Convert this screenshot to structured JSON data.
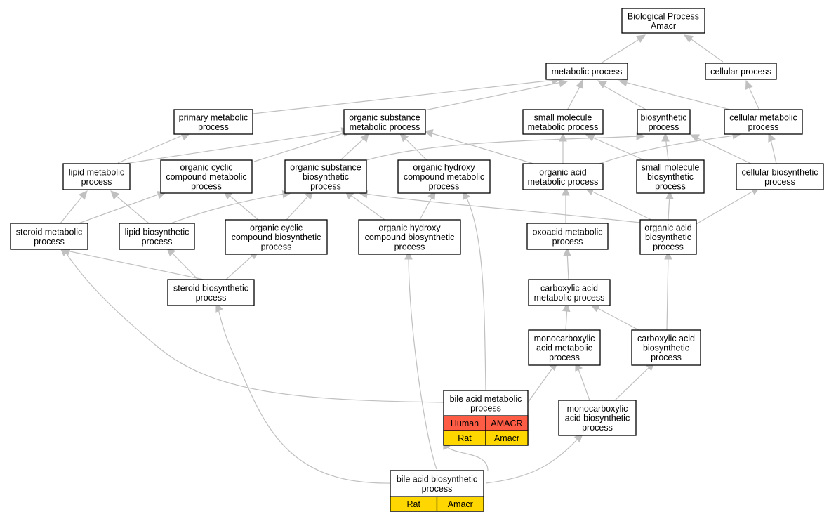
{
  "nodes": {
    "bio_process": {
      "lines": [
        "Biological Process",
        "Amacr"
      ]
    },
    "metabolic": {
      "lines": [
        "metabolic process"
      ]
    },
    "cellular": {
      "lines": [
        "cellular process"
      ]
    },
    "primary_metabolic": {
      "lines": [
        "primary metabolic",
        "process"
      ]
    },
    "org_sub_metabolic": {
      "lines": [
        "organic substance",
        "metabolic process"
      ]
    },
    "small_mol_metabolic": {
      "lines": [
        "small molecule",
        "metabolic process"
      ]
    },
    "biosynthetic": {
      "lines": [
        "biosynthetic",
        "process"
      ]
    },
    "cellular_metabolic": {
      "lines": [
        "cellular metabolic",
        "process"
      ]
    },
    "lipid_metabolic": {
      "lines": [
        "lipid metabolic",
        "process"
      ]
    },
    "org_cyclic_metabolic": {
      "lines": [
        "organic cyclic",
        "compound metabolic",
        "process"
      ]
    },
    "org_sub_biosynthetic": {
      "lines": [
        "organic substance",
        "biosynthetic",
        "process"
      ]
    },
    "org_hydroxy_metabolic": {
      "lines": [
        "organic hydroxy",
        "compound metabolic",
        "process"
      ]
    },
    "org_acid_metabolic": {
      "lines": [
        "organic acid",
        "metabolic process"
      ]
    },
    "small_mol_biosynthetic": {
      "lines": [
        "small molecule",
        "biosynthetic",
        "process"
      ]
    },
    "cellular_biosynthetic": {
      "lines": [
        "cellular biosynthetic",
        "process"
      ]
    },
    "steroid_metabolic": {
      "lines": [
        "steroid metabolic",
        "process"
      ]
    },
    "lipid_biosynthetic": {
      "lines": [
        "lipid biosynthetic",
        "process"
      ]
    },
    "org_cyclic_biosynthetic": {
      "lines": [
        "organic cyclic",
        "compound biosynthetic",
        "process"
      ]
    },
    "org_hydroxy_biosynthetic": {
      "lines": [
        "organic hydroxy",
        "compound biosynthetic",
        "process"
      ]
    },
    "oxoacid_metabolic": {
      "lines": [
        "oxoacid metabolic",
        "process"
      ]
    },
    "org_acid_biosynthetic": {
      "lines": [
        "organic acid",
        "biosynthetic",
        "process"
      ]
    },
    "steroid_biosynthetic": {
      "lines": [
        "steroid biosynthetic",
        "process"
      ]
    },
    "carboxylic_metabolic": {
      "lines": [
        "carboxylic acid",
        "metabolic process"
      ]
    },
    "monocarb_metabolic": {
      "lines": [
        "monocarboxylic",
        "acid metabolic",
        "process"
      ]
    },
    "carboxylic_biosynthetic": {
      "lines": [
        "carboxylic acid",
        "biosynthetic",
        "process"
      ]
    },
    "bile_metabolic": {
      "lines": [
        "bile acid metabolic",
        "process"
      ],
      "table": [
        {
          "species": "Human",
          "gene": "AMACR",
          "color": "#ff5c45"
        },
        {
          "species": "Rat",
          "gene": "Amacr",
          "color": "#ffd700"
        }
      ]
    },
    "monocarb_biosynthetic": {
      "lines": [
        "monocarboxylic",
        "acid biosynthetic",
        "process"
      ]
    },
    "bile_biosynthetic": {
      "lines": [
        "bile acid biosynthetic",
        "process"
      ],
      "table": [
        {
          "species": "Rat",
          "gene": "Amacr",
          "color": "#ffd700"
        }
      ]
    }
  },
  "colors": {
    "edge": "#c0c0c0",
    "human": "#ff5c45",
    "rat": "#ffd700"
  }
}
